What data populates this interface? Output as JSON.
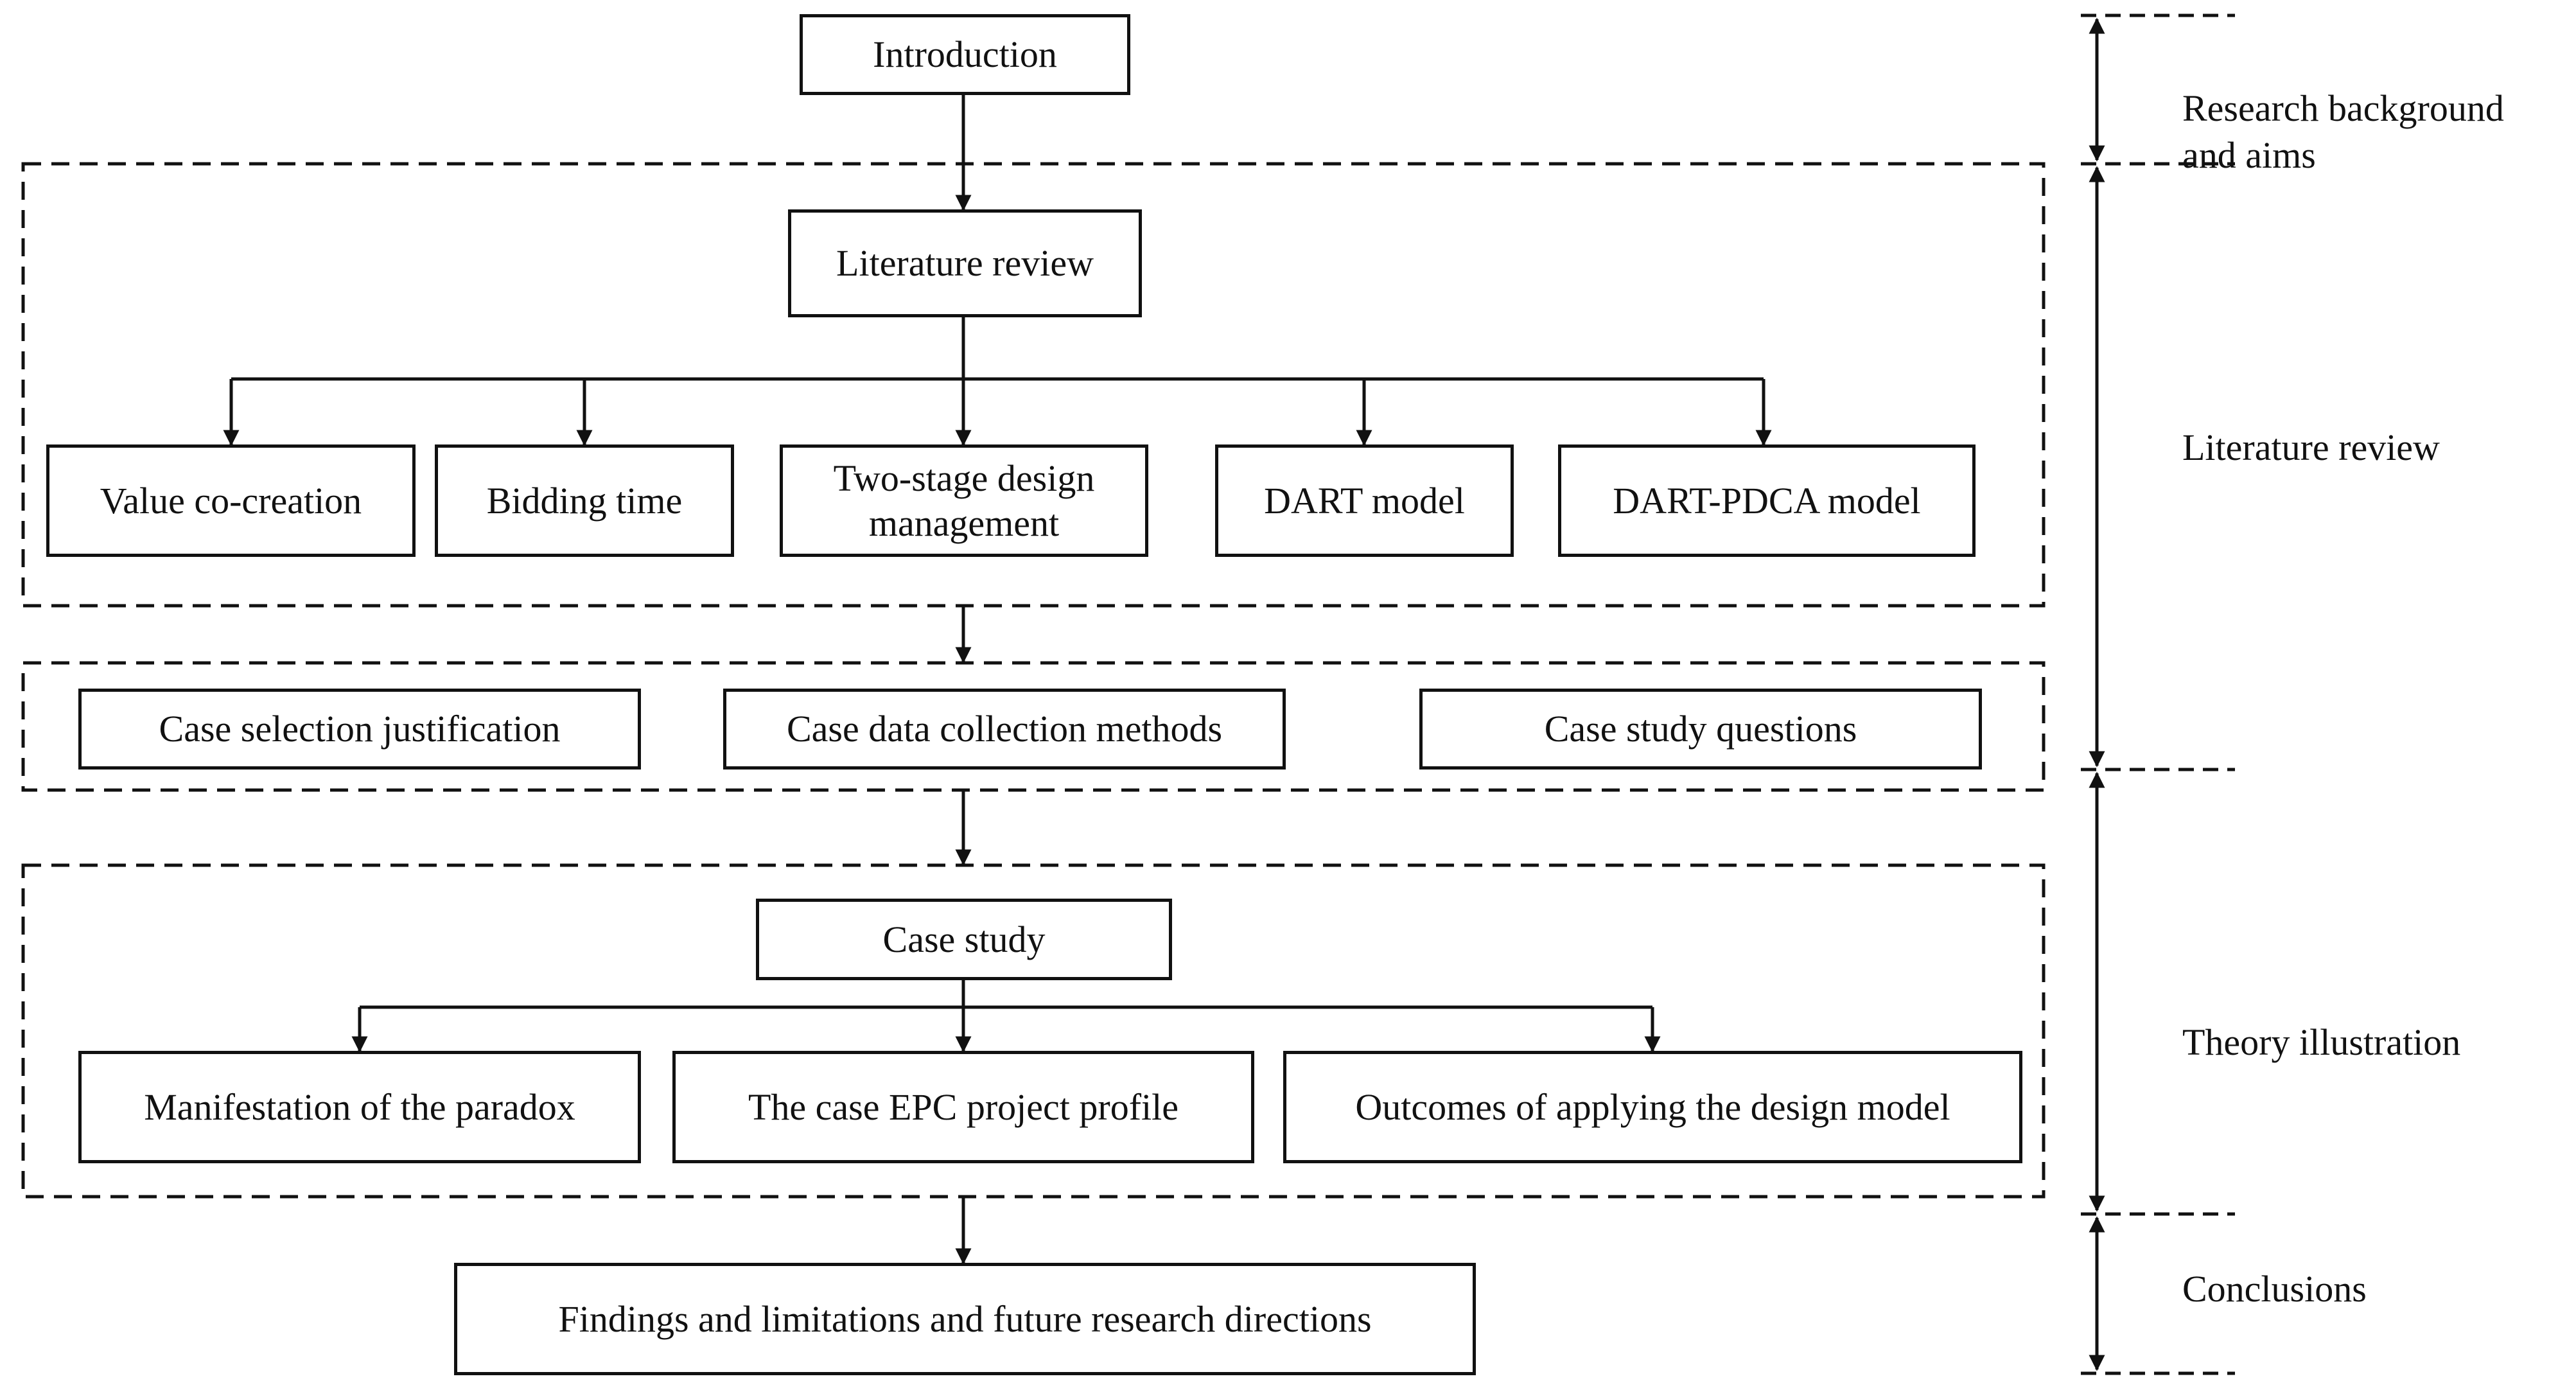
{
  "nodes": {
    "introduction": "Introduction",
    "literature_review": "Literature review",
    "value_cocreation": "Value co-creation",
    "bidding_time": "Bidding time",
    "two_stage": "Two-stage design\nmanagement",
    "dart_model": "DART model",
    "dart_pdca_model": "DART-PDCA model",
    "case_selection": "Case selection justification",
    "case_data_collection": "Case data collection methods",
    "case_study_questions": "Case study questions",
    "case_study": "Case study",
    "manifestation": "Manifestation of the paradox",
    "case_epc": "The case EPC project profile",
    "outcomes": "Outcomes of applying the design model",
    "findings": "Findings and limitations and future research directions"
  },
  "stages": {
    "background": "Research background\nand aims",
    "literature": "Literature review",
    "theory": "Theory illustration",
    "conclusions": "Conclusions"
  }
}
